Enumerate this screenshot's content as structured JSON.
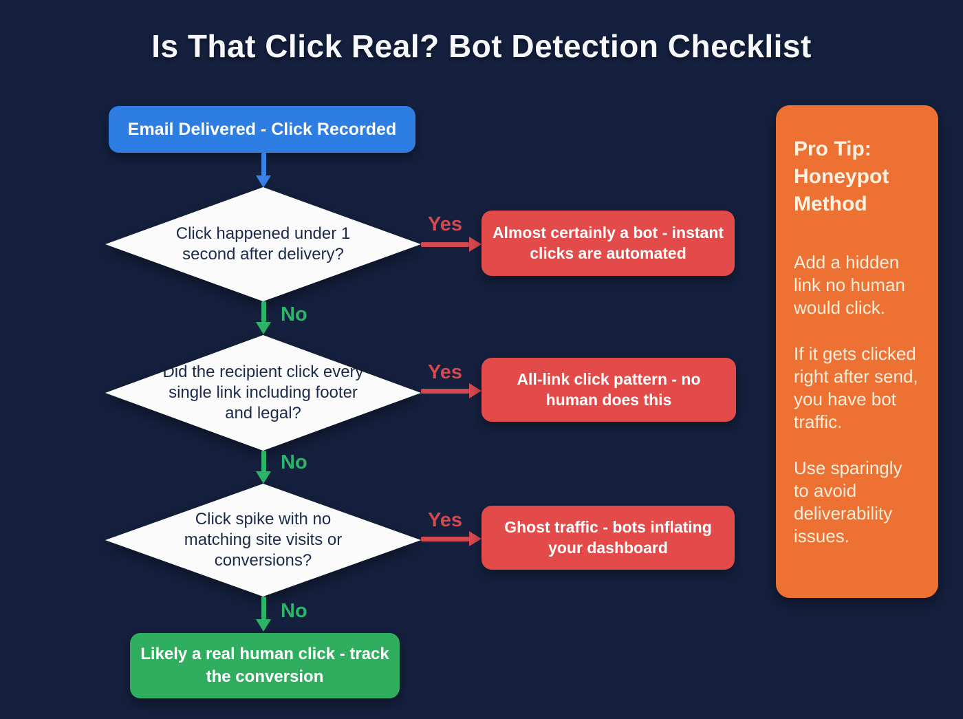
{
  "title": "Is That Click Real? Bot Detection Checklist",
  "flow": {
    "start_label": "Email Delivered - Click Recorded",
    "decisions": [
      {
        "question": "Click happened under 1 second after delivery?",
        "yes_label": "Yes",
        "no_label": "No",
        "yes_result": "Almost certainly a bot - instant clicks are automated"
      },
      {
        "question": "Did the recipient click every single link including footer and legal?",
        "yes_label": "Yes",
        "no_label": "No",
        "yes_result": "All-link click pattern - no human does this"
      },
      {
        "question": "Click spike with no matching site visits or conversions?",
        "yes_label": "Yes",
        "no_label": "No",
        "yes_result": "Ghost traffic - bots inflating your dashboard"
      }
    ],
    "end_label": "Likely a real human click - track the conversion"
  },
  "sidebar": {
    "heading": "Pro Tip: Honeypot Method",
    "paragraphs": {
      "p1": "Add a hidden link no human would click.",
      "p2": "If it gets clicked right after send, you have bot traffic.",
      "p3": "Use sparingly to avoid deliverability issues."
    }
  },
  "colors": {
    "background": "#14203d",
    "start_box_blue": "#2e7de2",
    "decision_fill": "#fbfbfc",
    "decision_text": "#1c2b4a",
    "result_box_red": "#e24b4a",
    "end_box_green": "#2fae60",
    "yes_arrow_red": "#d4494f",
    "no_arrow_green": "#2cb569",
    "start_arrow_blue": "#3b82e8",
    "sidebar_orange": "#ed7133",
    "sidebar_text": "#f9eddc",
    "title_text": "#f7f8fb"
  }
}
